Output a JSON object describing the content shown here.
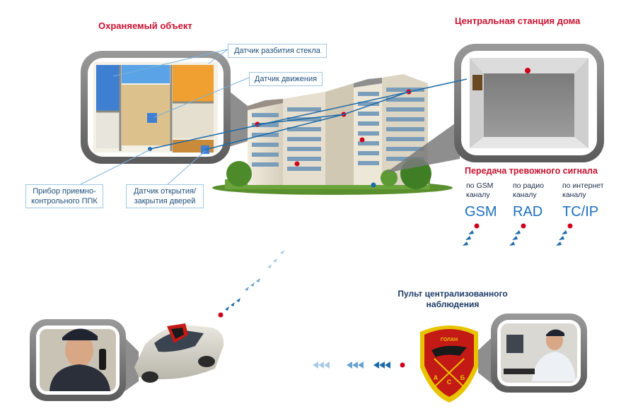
{
  "protected_object": {
    "title": "Охраняемый объект",
    "callouts": {
      "glass_break": "Датчик разбития стекла",
      "motion": "Датчик движения",
      "control_panel_line1": "Прибор приемно-",
      "control_panel_line2": "контрольного ППК",
      "door_open_line1": "Датчик открытия/",
      "door_open_line2": "закрытия дверей"
    }
  },
  "central_station": {
    "title": "Центральная станция дома"
  },
  "alarm_transmission": {
    "title": "Передача тревожного сигнала",
    "channels": [
      {
        "line1": "по GSM",
        "line2": "каналу",
        "protocol": "GSM"
      },
      {
        "line1": "по радио",
        "line2": "каналу",
        "protocol": "RAD"
      },
      {
        "line1": "по интернет",
        "line2": "каналу",
        "protocol": "TC/IP"
      }
    ]
  },
  "monitoring_console": {
    "title_line1": "Пульт централизованного",
    "title_line2": "наблюдения"
  },
  "logo": {
    "top_text": "ГОЛАН",
    "bottom_letters": [
      "А",
      "С",
      "Б"
    ]
  },
  "colors": {
    "accent_red": "#c8102e",
    "accent_blue": "#1d6fc0",
    "frame_gray": "#6f6f6f",
    "line_blue": "#1c6aa8"
  }
}
